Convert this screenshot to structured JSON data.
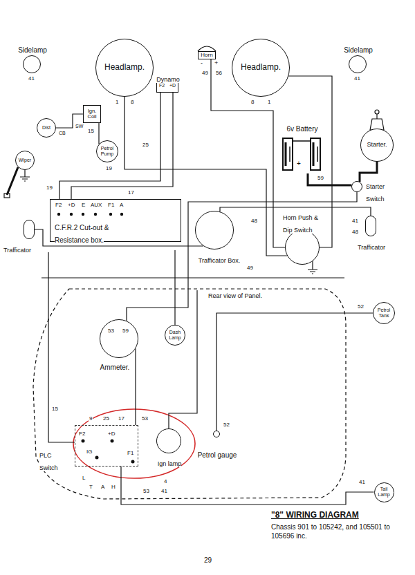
{
  "diagram": {
    "title": "\"8\" WIRING DIAGRAM",
    "caption": "Chassis 901 to 105242, and 105501 to 105696 inc.",
    "nodes": [
      {
        "text": [
          "Sidelamp"
        ]
      },
      {
        "text": [
          "Headlamp."
        ]
      },
      {
        "text": [
          "Headlamp."
        ]
      },
      {
        "text": [
          "Sidelamp"
        ]
      },
      {
        "text": [
          "Dynamo"
        ]
      },
      {
        "text": [
          "Horn"
        ]
      },
      {
        "text": [
          "Ign. Coil"
        ]
      },
      {
        "text": [
          "Dist"
        ]
      },
      {
        "text": [
          "Petrol Pump"
        ]
      },
      {
        "text": [
          "Wiper"
        ]
      },
      {
        "text": [
          "6v Battery"
        ]
      },
      {
        "text": [
          "Starter."
        ]
      },
      {
        "text": [
          "Starter Switch"
        ]
      },
      {
        "text": [
          "C.F.R.2 Cut-out & Resistance box."
        ]
      },
      {
        "text": [
          "Horn Push & Dip Switch"
        ]
      },
      {
        "text": [
          "Trafficator"
        ]
      },
      {
        "text": [
          "Trafficator Box."
        ]
      },
      {
        "text": [
          "Trafficator"
        ]
      },
      {
        "text": [
          "Petrol Tank"
        ]
      },
      {
        "text": [
          "Ammeter."
        ]
      },
      {
        "text": [
          "Dash Lamp"
        ]
      },
      {
        "text": [
          "PLC Switch"
        ]
      },
      {
        "text": [
          "Ign lamp"
        ]
      },
      {
        "text": [
          "Petrol gauge"
        ]
      },
      {
        "text": [
          "Tail Lamp"
        ]
      }
    ],
    "edges": [
      {
        "from": 4,
        "to": 13,
        "arrow": "none"
      },
      {
        "from": 4,
        "to": 13,
        "arrow": "none"
      },
      {
        "from": 6,
        "to": 7,
        "arrow": "none"
      },
      {
        "from": 6,
        "to": 8,
        "arrow": "none"
      },
      {
        "from": 10,
        "to": 12,
        "arrow": "none"
      },
      {
        "from": 12,
        "to": 11,
        "arrow": "none"
      },
      {
        "from": 12,
        "to": 19,
        "arrow": "none"
      },
      {
        "from": 19,
        "to": 21,
        "arrow": "none"
      },
      {
        "from": 18,
        "to": 23,
        "arrow": "none"
      },
      {
        "from": 24,
        "to": 21,
        "arrow": "none"
      },
      {
        "from": 5,
        "to": 14,
        "arrow": "none"
      },
      {
        "from": 1,
        "to": 14,
        "arrow": "none"
      },
      {
        "from": 2,
        "to": 14,
        "arrow": "none"
      },
      {
        "from": 15,
        "to": 16,
        "arrow": "none"
      },
      {
        "from": 17,
        "to": 16,
        "arrow": "none"
      }
    ],
    "labels": [
      "41",
      "41",
      "1",
      "8",
      "8",
      "1",
      "F2",
      "+D",
      "49",
      "56",
      "-",
      "+",
      "CB",
      "SW",
      "15",
      "25",
      "19",
      "19",
      "17",
      "F2",
      "+D",
      "E",
      "AUX",
      "F1",
      "A",
      "48",
      "49",
      "41",
      "48",
      "59",
      "+",
      "52",
      "Rear view of Panel.",
      "53",
      "59",
      "15",
      "9",
      "25",
      "17",
      "53",
      "F2",
      "+D",
      "IG",
      "F1",
      "52",
      "L",
      "T",
      "A",
      "H",
      "4",
      "53",
      "41",
      "41",
      "29"
    ]
  }
}
